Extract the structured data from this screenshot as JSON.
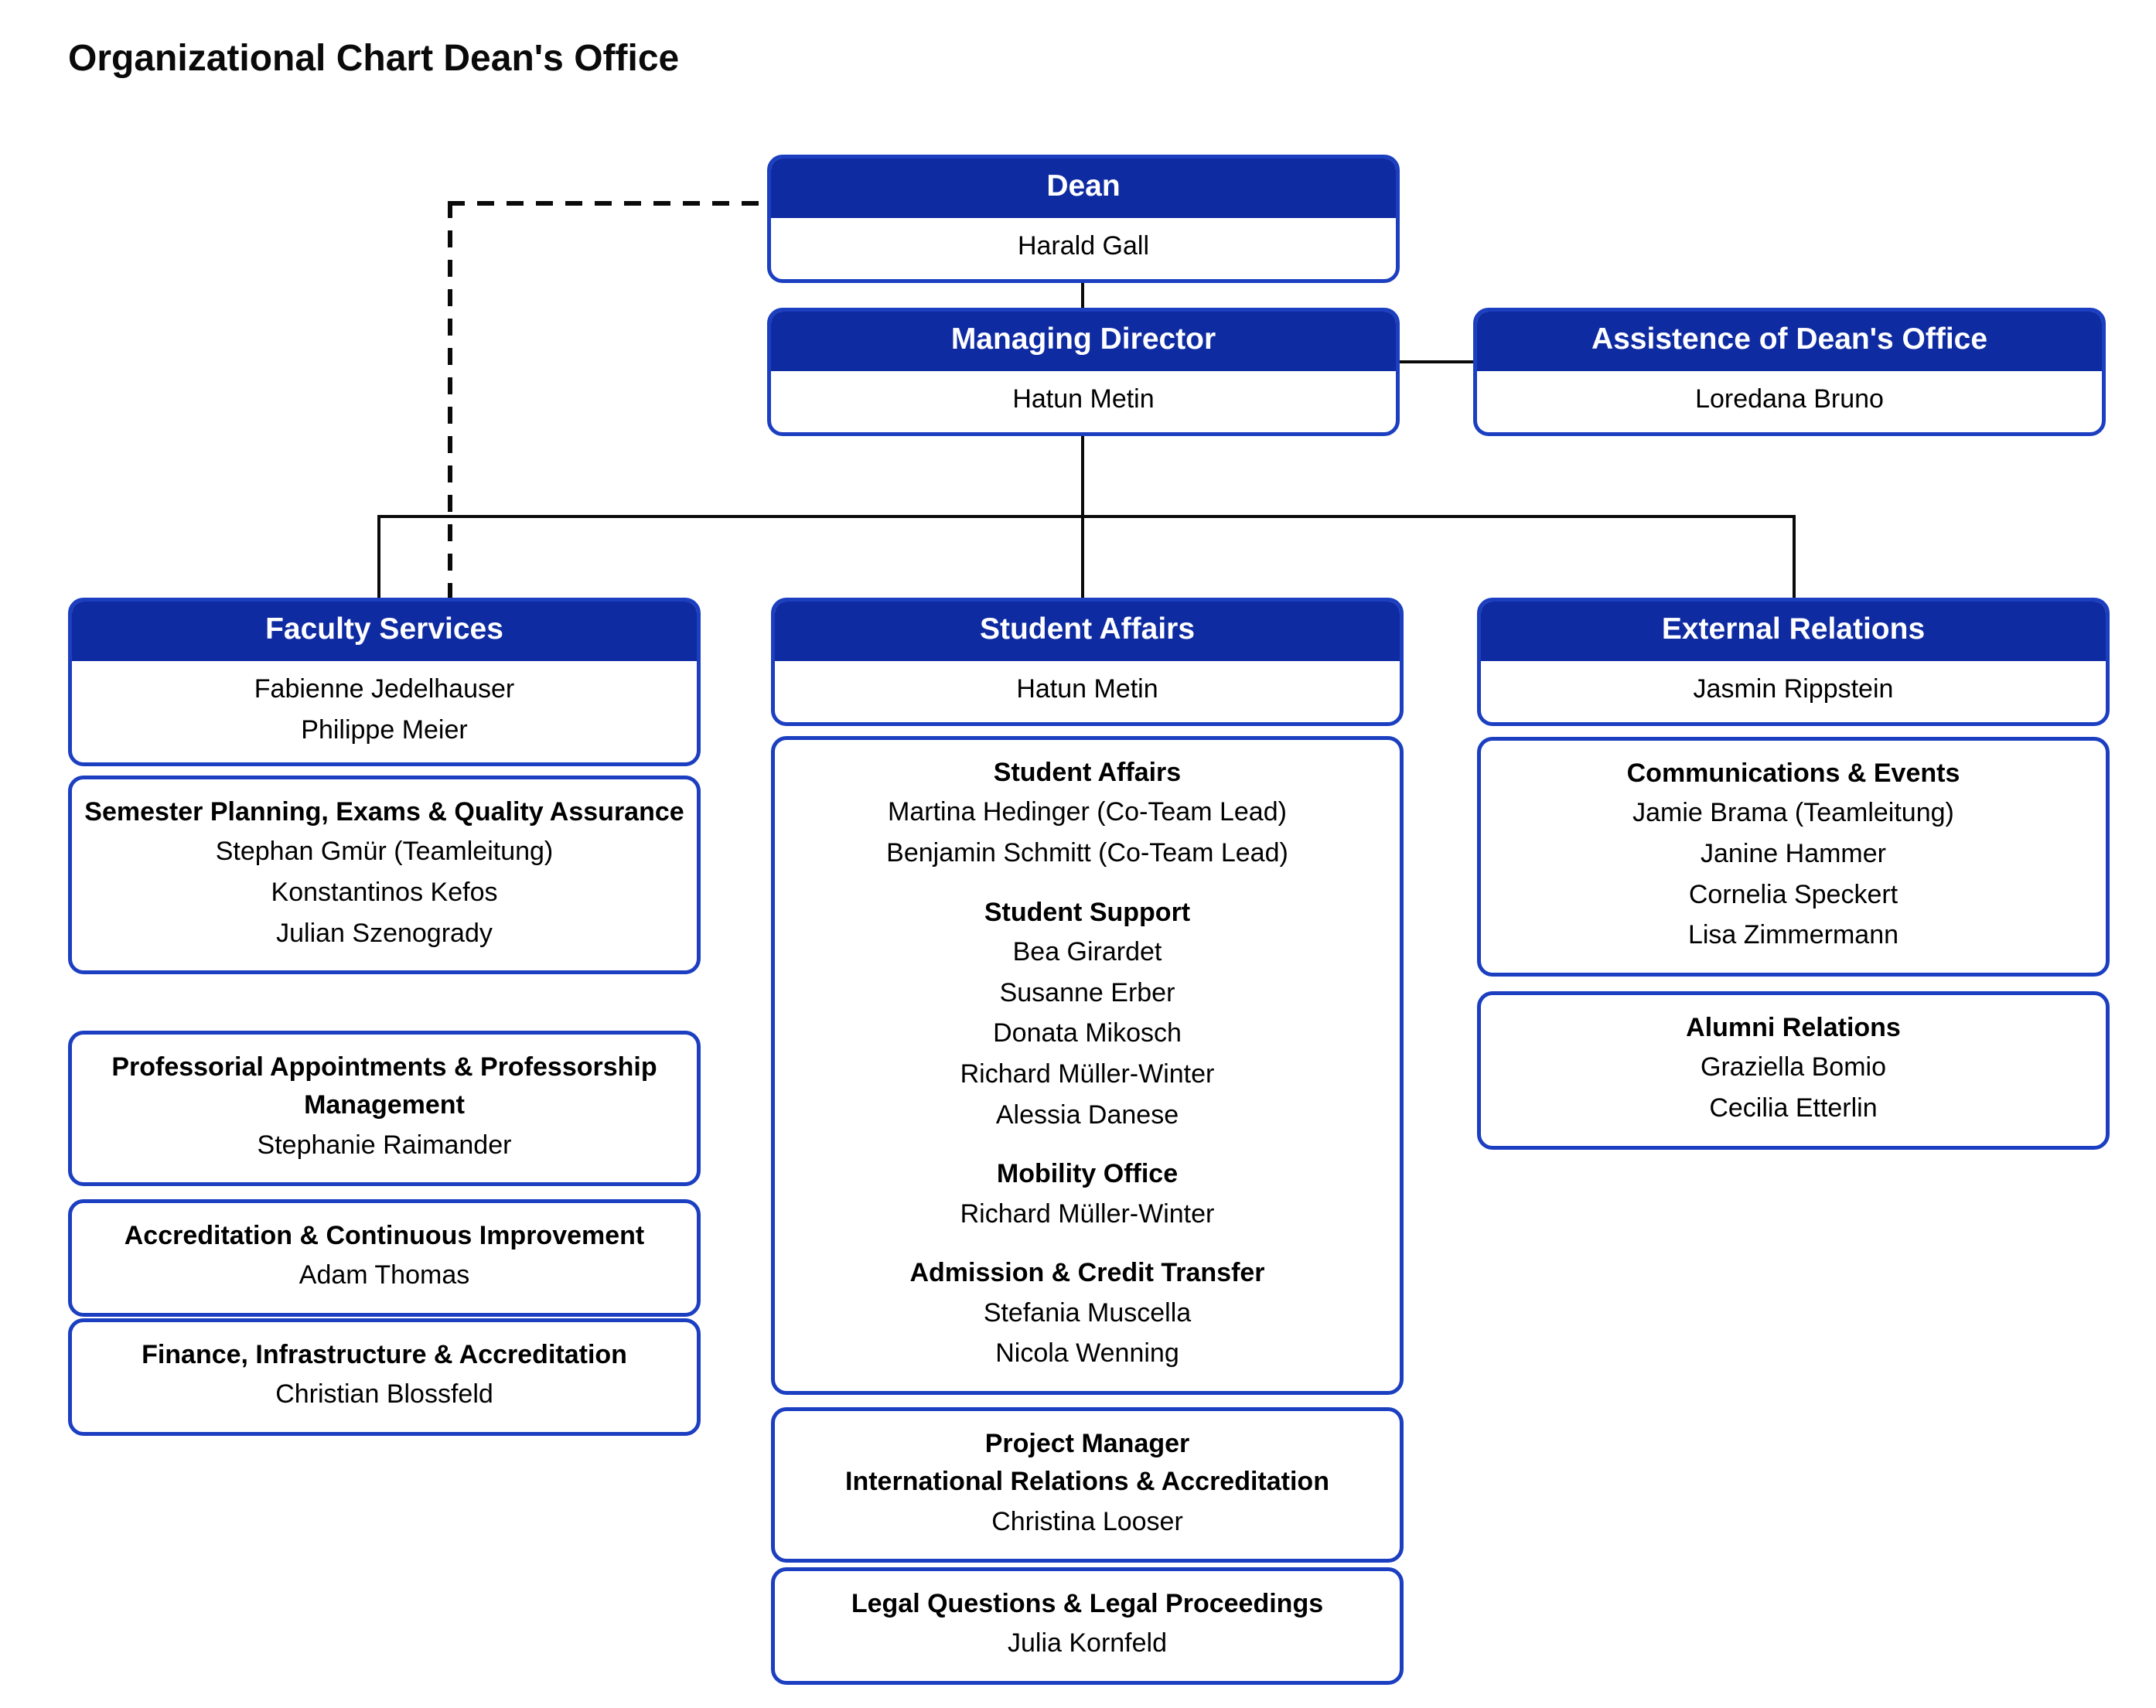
{
  "title": "Organizational Chart Dean's Office",
  "colors": {
    "header_bg": "#0f2ba2",
    "box_border": "#1b3fc0",
    "connector_line": "#0a0a0a",
    "title_text": "#0a0a0a",
    "header_text": "#ffffff"
  },
  "nodes": {
    "dean": {
      "title": "Dean",
      "names": [
        "Harald Gall"
      ]
    },
    "managing_director": {
      "title": "Managing Director",
      "names": [
        "Hatun Metin"
      ]
    },
    "assistance": {
      "title": "Assistence of Dean's Office",
      "names": [
        "Loredana Bruno"
      ]
    },
    "faculty_services": {
      "title": "Faculty Services",
      "names": [
        "Fabienne Jedelhauser",
        "Philippe Meier"
      ]
    },
    "student_affairs": {
      "title": "Student Affairs",
      "names": [
        "Hatun Metin"
      ]
    },
    "external_relations": {
      "title": "External Relations",
      "names": [
        "Jasmin Rippstein"
      ]
    }
  },
  "faculty_services_units": [
    {
      "title": "Semester Planning, Exams & Quality Assurance",
      "names": [
        "Stephan Gmür (Teamleitung)",
        "Konstantinos Kefos",
        "Julian Szenogrady"
      ]
    },
    {
      "title": "Professorial Appointments & Professorship Management",
      "names": [
        "Stephanie Raimander"
      ]
    },
    {
      "title": "Accreditation & Continuous Improvement",
      "names": [
        "Adam Thomas"
      ]
    },
    {
      "title": "Finance, Infrastructure & Accreditation",
      "names": [
        "Christian Blossfeld"
      ]
    }
  ],
  "student_affairs_units": {
    "groups": [
      {
        "title": "Student Affairs",
        "names": [
          "Martina Hedinger (Co-Team Lead)",
          "Benjamin Schmitt (Co-Team Lead)"
        ]
      },
      {
        "title": "Student Support",
        "names": [
          "Bea Girardet",
          "Susanne Erber",
          "Donata Mikosch",
          "Richard Müller-Winter",
          "Alessia Danese"
        ]
      },
      {
        "title": "Mobility Office",
        "names": [
          "Richard Müller-Winter"
        ]
      },
      {
        "title": "Admission & Credit Transfer",
        "names": [
          "Stefania Muscella",
          "Nicola Wenning"
        ]
      }
    ],
    "separate": [
      {
        "title_lines": [
          "Project Manager",
          "International Relations & Accreditation"
        ],
        "names": [
          "Christina Looser"
        ]
      },
      {
        "title": "Legal Questions & Legal Proceedings",
        "names": [
          "Julia Kornfeld"
        ]
      }
    ]
  },
  "external_relations_units": [
    {
      "title": "Communications & Events",
      "names": [
        "Jamie Brama (Teamleitung)",
        "Janine Hammer",
        "Cornelia Speckert",
        "Lisa Zimmermann"
      ]
    },
    {
      "title": "Alumni Relations",
      "names": [
        "Graziella Bomio",
        "Cecilia Etterlin"
      ]
    }
  ]
}
